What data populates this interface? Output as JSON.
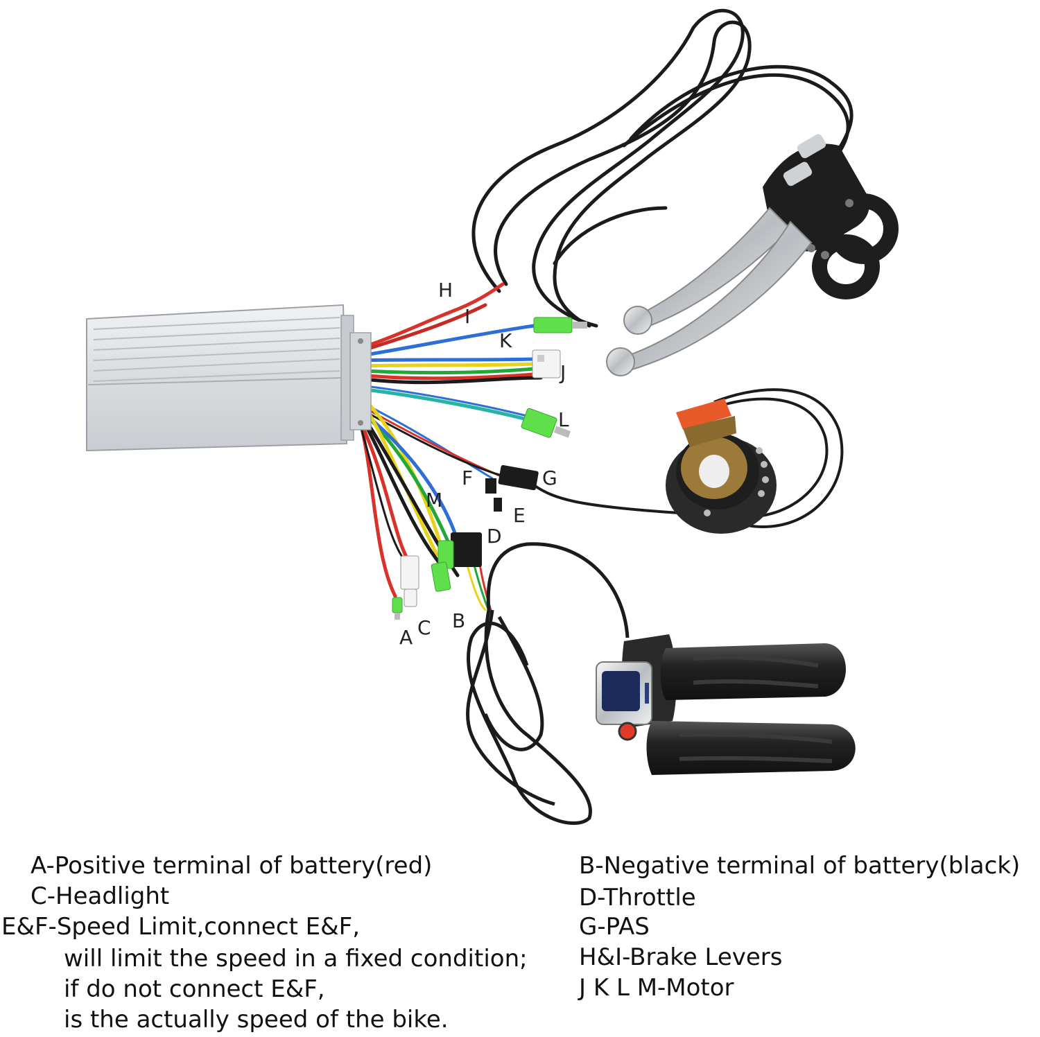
{
  "labels": {
    "A": "A",
    "B": "B",
    "C": "C",
    "D": "D",
    "E": "E",
    "F": "F",
    "G": "G",
    "H": "H",
    "I": "I",
    "J": "J",
    "K": "K",
    "L": "L",
    "M": "M"
  },
  "legend_left": [
    "A-Positive terminal of battery(red)",
    "C-Headlight",
    "E&F-Speed Limit,connect E&F,",
    "will limit the speed in a fixed condition;",
    "if do not connect E&F,",
    "is the actually speed of the bike."
  ],
  "legend_right": [
    "B-Negative terminal of battery(black)",
    "D-Throttle",
    "G-PAS",
    "H&I-Brake Levers",
    "J K L M-Motor"
  ],
  "colors": {
    "wire_red": "#d8322a",
    "wire_blue": "#2d6fd6",
    "wire_yellow": "#e8d21a",
    "wire_green": "#22a83a",
    "wire_black": "#1b1b1b",
    "wire_teal": "#25b3a6",
    "connector_green": "#5fe04a",
    "aluminum": "#dcdfe2",
    "brake_orange": "#e85a2a"
  },
  "icons": [
    "controller-box",
    "brake-lever",
    "pas-sensor",
    "throttle-grip"
  ]
}
